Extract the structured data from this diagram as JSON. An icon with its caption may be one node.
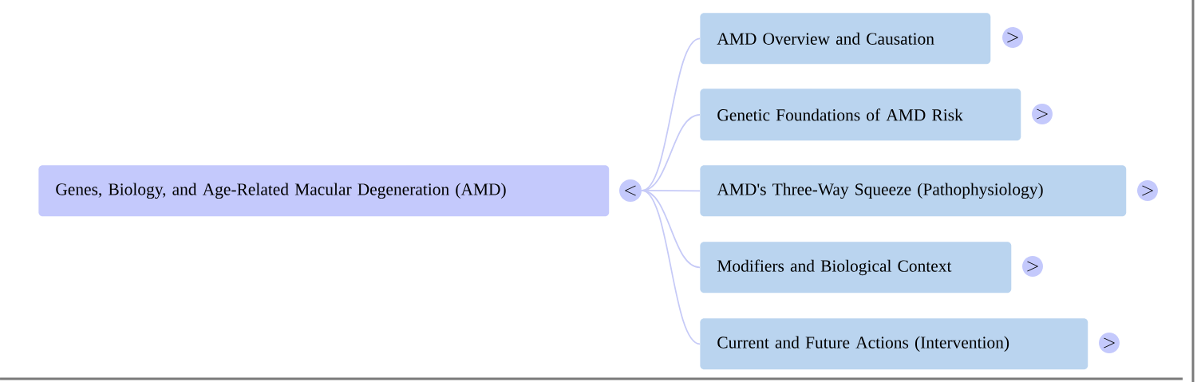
{
  "diagram": {
    "nodes": [
      {
        "text": [
          "Genes, Biology, and Age-Related Macular Degeneration (AMD)"
        ]
      },
      {
        "text": [
          "<"
        ]
      },
      {
        "text": [
          "AMD Overview and Causation"
        ]
      },
      {
        "text": [
          ">"
        ]
      },
      {
        "text": [
          "Genetic Foundations of AMD Risk"
        ]
      },
      {
        "text": [
          ">"
        ]
      },
      {
        "text": [
          "AMD's Three-Way Squeeze (Pathophysiology)"
        ]
      },
      {
        "text": [
          ">"
        ]
      },
      {
        "text": [
          "Modifiers and Biological Context"
        ]
      },
      {
        "text": [
          ">"
        ]
      },
      {
        "text": [
          "Current and Future Actions (Intervention)"
        ]
      },
      {
        "text": [
          ">"
        ]
      }
    ],
    "edges": [
      {
        "from": 1,
        "to": 2,
        "arrow": "none"
      },
      {
        "from": 1,
        "to": 4,
        "arrow": "none"
      },
      {
        "from": 1,
        "to": 6,
        "arrow": "none"
      },
      {
        "from": 1,
        "to": 8,
        "arrow": "none"
      },
      {
        "from": 1,
        "to": 10,
        "arrow": "none"
      }
    ]
  }
}
